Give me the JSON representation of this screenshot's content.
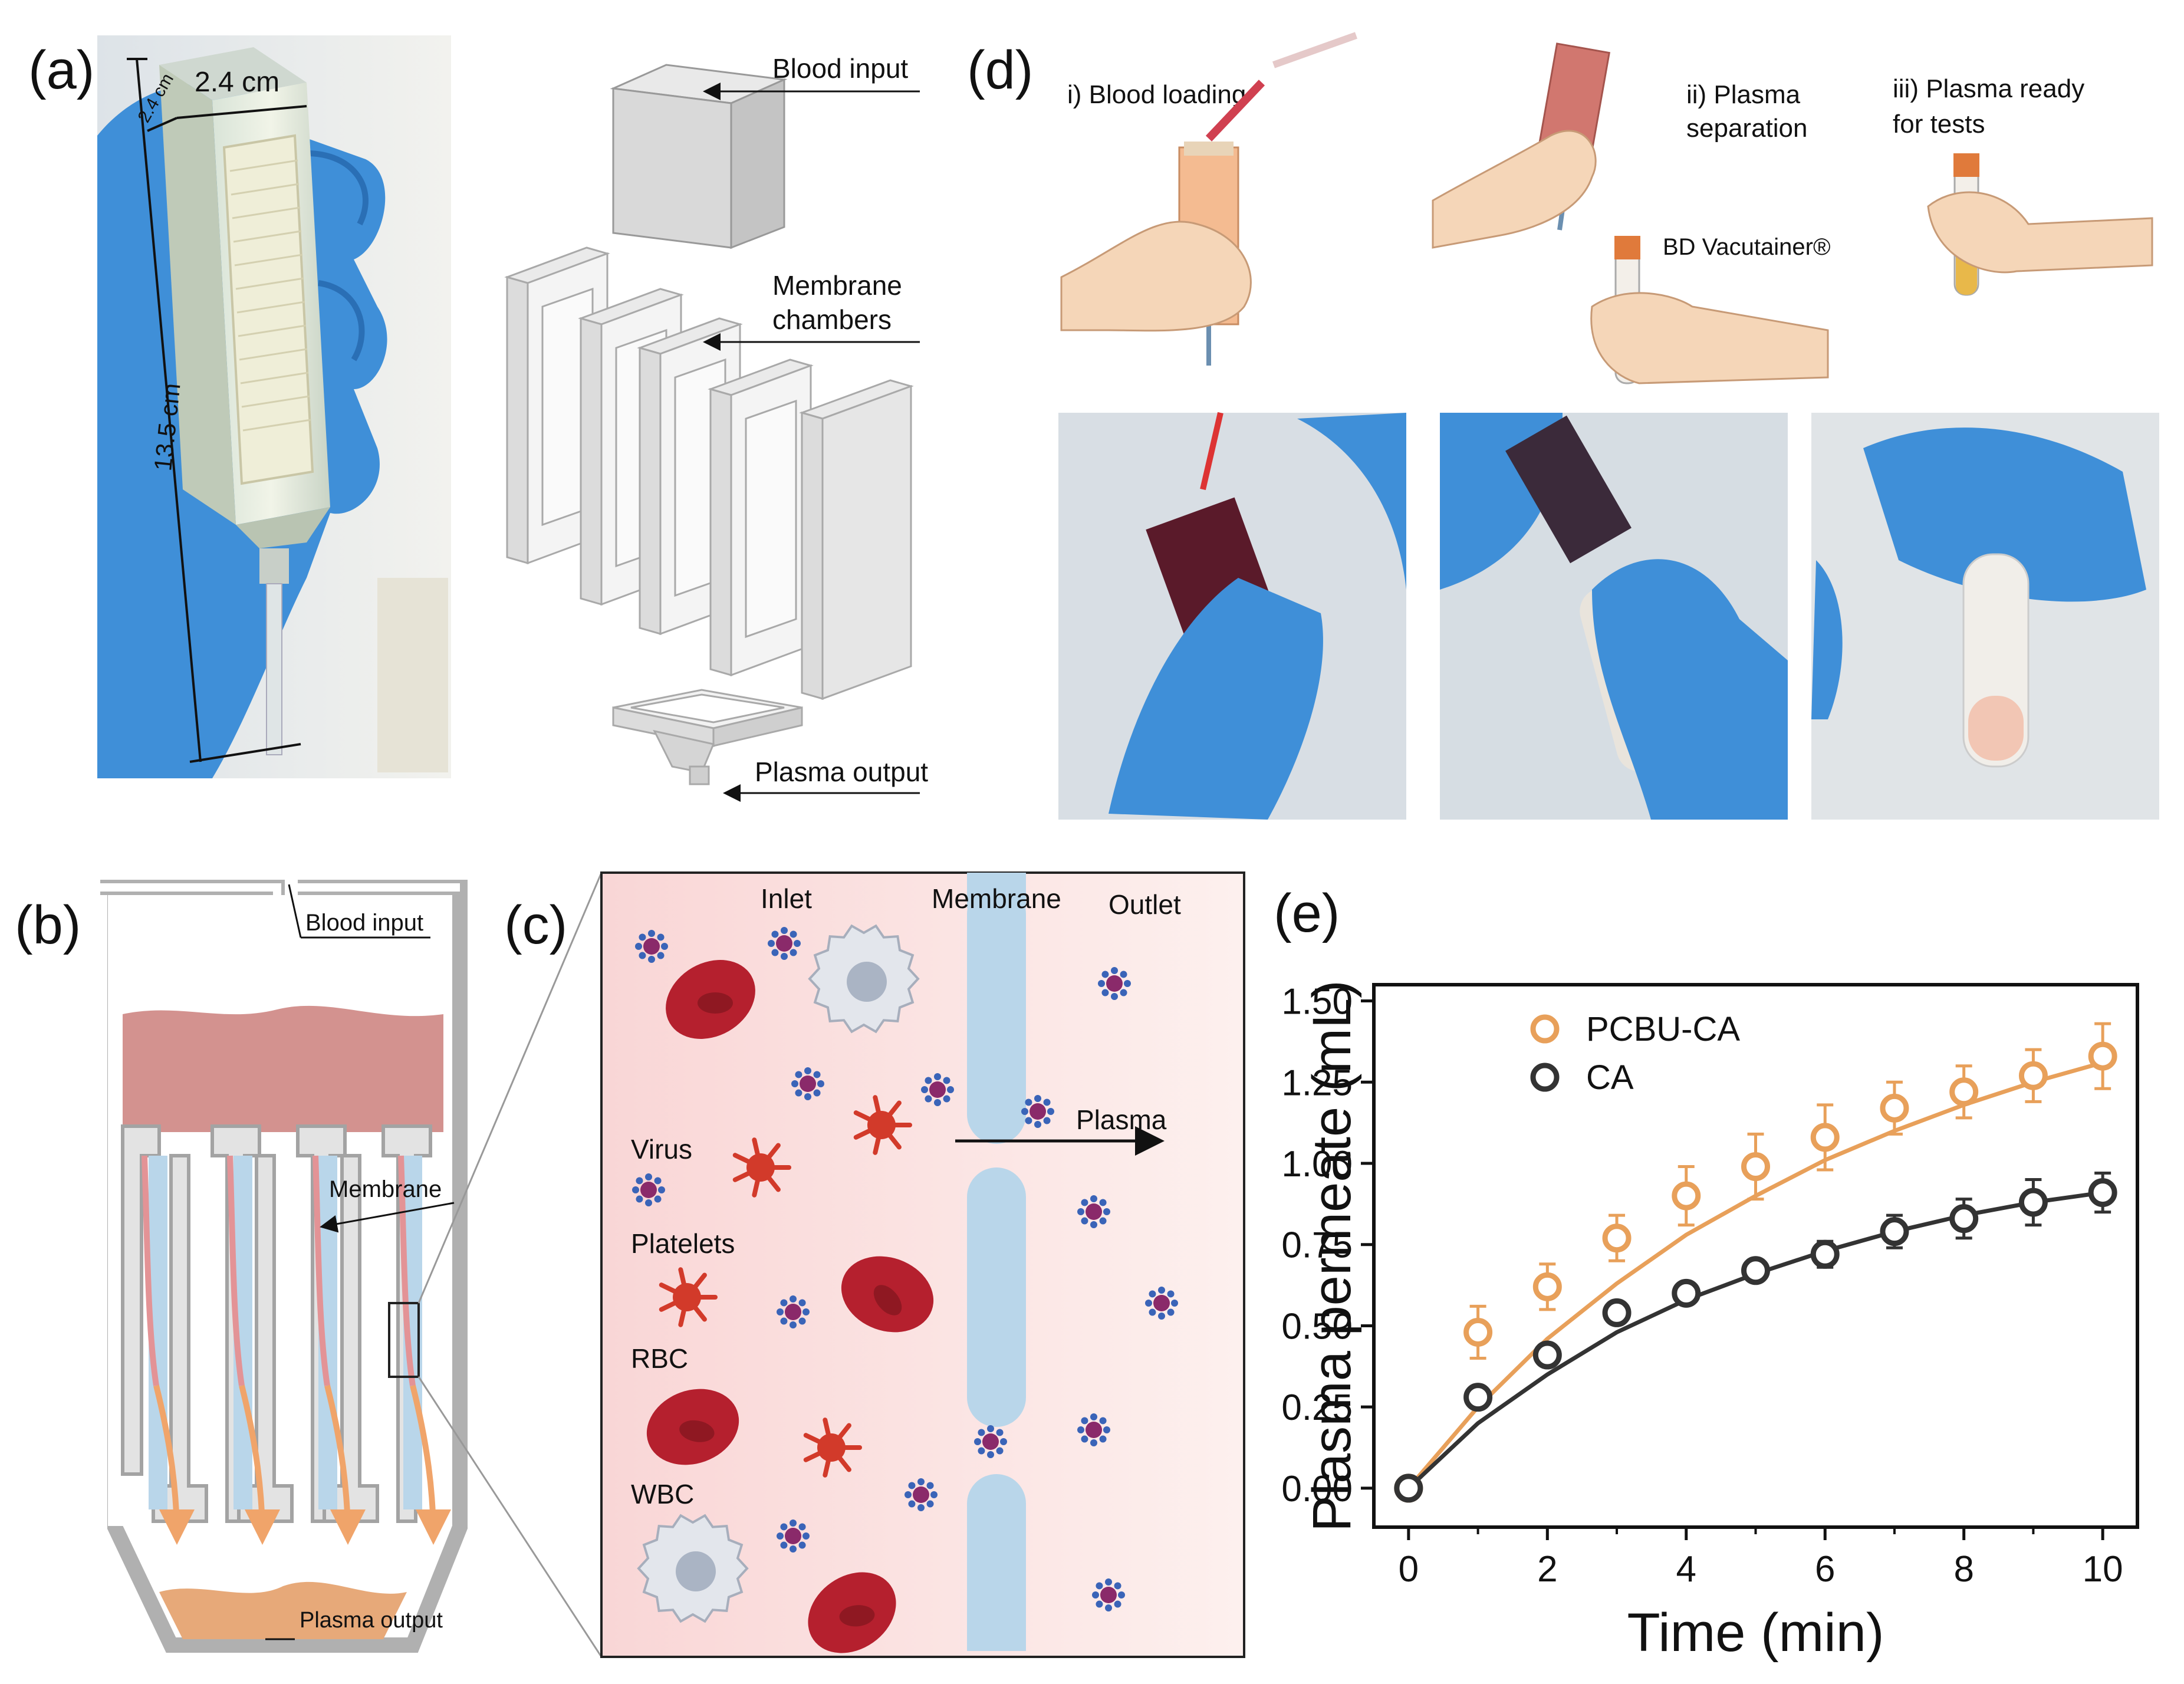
{
  "panels": {
    "a": "(a)",
    "b": "(b)",
    "c": "(c)",
    "d": "(d)",
    "e": "(e)"
  },
  "panel_a": {
    "dim_width": "2.4 cm",
    "dim_depth": "2.4 cm",
    "dim_height": "13.5 cm",
    "labels": {
      "blood_input": "Blood input",
      "membrane_line1": "Membrane",
      "membrane_line2": "chambers",
      "plasma_output": "Plasma output"
    }
  },
  "panel_b": {
    "blood_input": "Blood input",
    "membrane": "Membrane",
    "plasma_output": "Plasma output"
  },
  "panel_c": {
    "inlet": "Inlet",
    "membrane": "Membrane",
    "outlet": "Outlet",
    "plasma": "Plasma",
    "virus": "Virus",
    "platelets": "Platelets",
    "rbc": "RBC",
    "wbc": "WBC"
  },
  "panel_d": {
    "step1": "i) Blood loading",
    "step2_line1": "ii) Plasma",
    "step2_line2": "separation",
    "step3_line1": "iii) Plasma ready",
    "step3_line2": "for tests",
    "tube_label": "BD Vacutainer®"
  },
  "colors": {
    "pcbu": "#E8A05A",
    "ca": "#333333",
    "glove": "#3F8FD8",
    "blood": "#B5202E",
    "plasma": "#E8A86A",
    "membrane": "#B9D6EA"
  },
  "chart_data": {
    "type": "scatter",
    "xlabel": "Time (min)",
    "ylabel": "Plasma permeate (mL)",
    "xlim": [
      -0.5,
      10.5
    ],
    "ylim": [
      -0.12,
      1.55
    ],
    "xticks": [
      "0",
      "2",
      "4",
      "6",
      "8",
      "10"
    ],
    "xtick_values": [
      0,
      2,
      4,
      6,
      8,
      10
    ],
    "yticks": [
      "0.00",
      "0.25",
      "0.50",
      "0.75",
      "1.00",
      "1.25",
      "1.50"
    ],
    "ytick_values": [
      0,
      0.25,
      0.5,
      0.75,
      1.0,
      1.25,
      1.5
    ],
    "legend_position": "top-left",
    "series": [
      {
        "name": "PCBU-CA",
        "color": "#E8A05A",
        "x": [
          0,
          1,
          2,
          3,
          4,
          5,
          6,
          7,
          8,
          9,
          10
        ],
        "y": [
          0,
          0.48,
          0.62,
          0.77,
          0.9,
          0.99,
          1.08,
          1.17,
          1.22,
          1.27,
          1.33
        ],
        "err": [
          0,
          0.08,
          0.07,
          0.07,
          0.09,
          0.1,
          0.1,
          0.08,
          0.08,
          0.08,
          0.1
        ],
        "fit": [
          0,
          0.25,
          0.46,
          0.63,
          0.78,
          0.9,
          1.01,
          1.1,
          1.18,
          1.25,
          1.31
        ]
      },
      {
        "name": "CA",
        "color": "#333333",
        "x": [
          0,
          1,
          2,
          3,
          4,
          5,
          6,
          7,
          8,
          9,
          10
        ],
        "y": [
          0,
          0.28,
          0.41,
          0.54,
          0.6,
          0.67,
          0.72,
          0.79,
          0.83,
          0.88,
          0.91
        ],
        "err": [
          0,
          0.03,
          0.03,
          0.03,
          0.03,
          0.03,
          0.04,
          0.05,
          0.06,
          0.07,
          0.06
        ],
        "fit": [
          0,
          0.2,
          0.35,
          0.48,
          0.58,
          0.66,
          0.73,
          0.79,
          0.84,
          0.88,
          0.91
        ]
      }
    ]
  }
}
